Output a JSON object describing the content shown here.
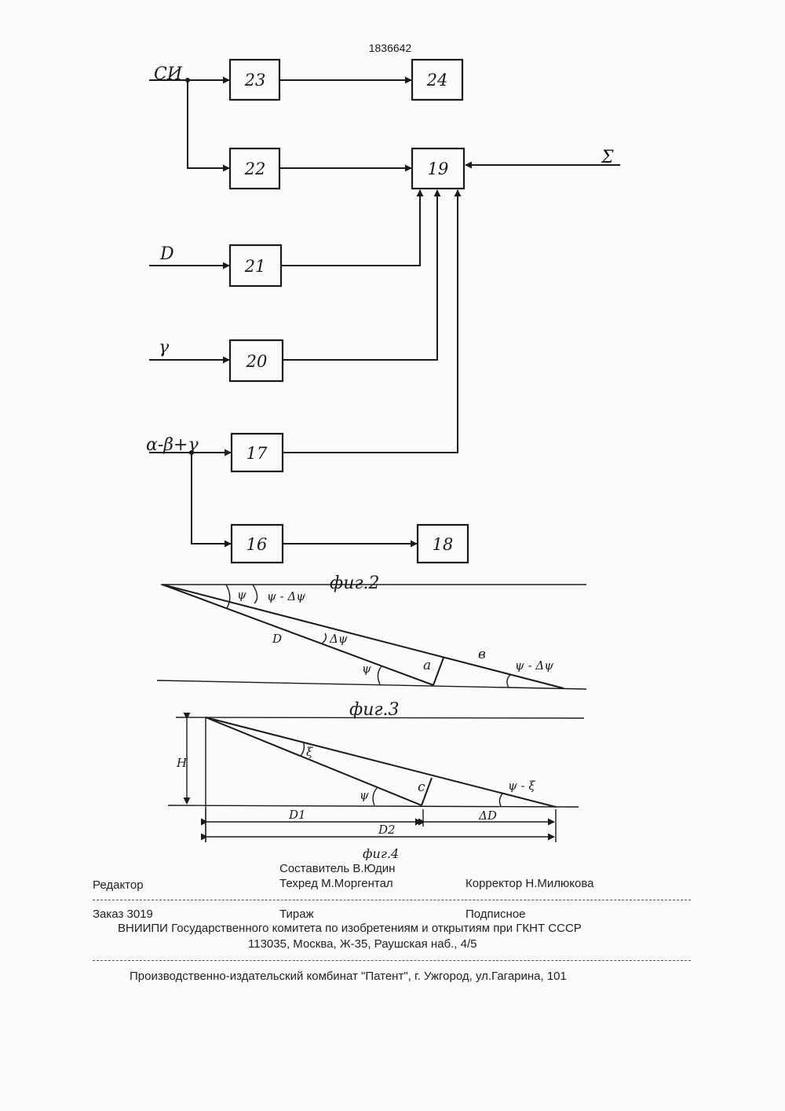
{
  "header": {
    "patent_number": "1836642"
  },
  "fig1": {
    "inputs": {
      "si": "СИ",
      "d": "D",
      "gamma": "γ",
      "combo": "α-β+γ",
      "sigma": "Σ"
    },
    "blocks": {
      "b23": "23",
      "b24": "24",
      "b22": "22",
      "b19": "19",
      "b21": "21",
      "b20": "20",
      "b17": "17",
      "b16": "16",
      "b18": "18"
    }
  },
  "fig2": {
    "caption": "фиг.2",
    "labels": {
      "psi_top": "ψ",
      "psi_minus_dpsi_top": "ψ - Δψ",
      "D": "D",
      "dpsi": "Δψ",
      "psi_bottom": "ψ",
      "a": "a",
      "b": "в",
      "psi_minus_dpsi_bottom": "ψ - Δψ"
    }
  },
  "fig3": {
    "caption": "фиг.3",
    "labels": {
      "H": "H",
      "xi": "ξ",
      "c": "c",
      "psi": "ψ",
      "psi_minus_xi": "ψ - ξ",
      "D1": "D1",
      "D2": "D2",
      "dD": "ΔD"
    }
  },
  "fig4": {
    "caption": "фиг.4"
  },
  "colophon": {
    "compiler": "Составитель  В.Юдин",
    "editor": "Редактор",
    "techred": "Техред М.Моргентал",
    "corrector": "Корректор   Н.Милюкова",
    "order": "Заказ  3019",
    "circulation": "Тираж",
    "subscription": "Подписное",
    "institute": "ВНИИПИ Государственного комитета по изобретениям и открытиям при ГКНТ СССР",
    "address": "113035, Москва, Ж-35, Раушская наб., 4/5",
    "printer": "Производственно-издательский комбинат \"Патент\", г. Ужгород, ул.Гагарина, 101"
  }
}
